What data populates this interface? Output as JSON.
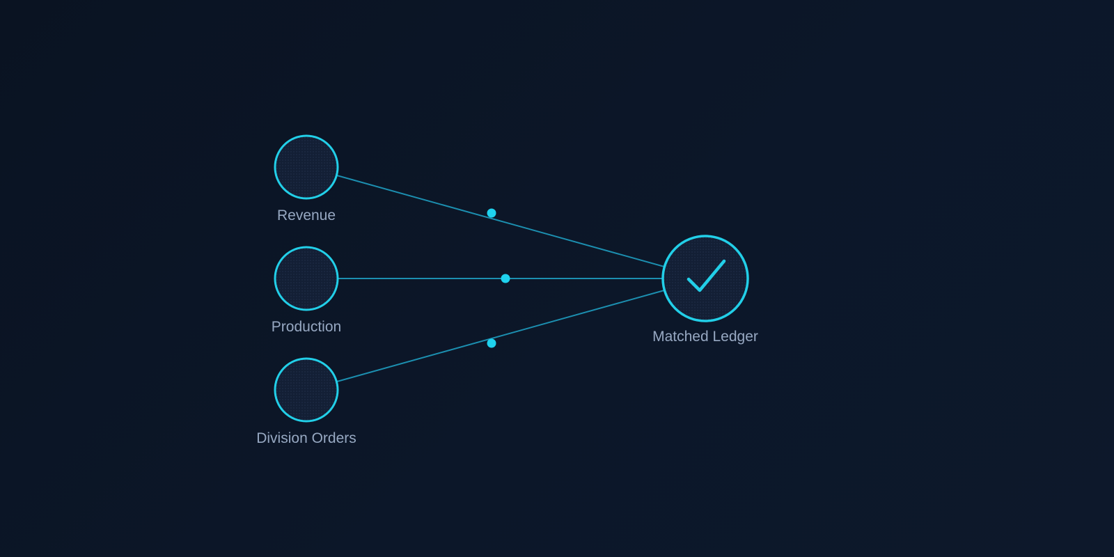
{
  "colors": {
    "accent": "#22cfe8",
    "edge": "#1c8fb0",
    "label": "#97a8c2",
    "background": "#0b1424"
  },
  "nodes": {
    "revenue": {
      "label": "Revenue"
    },
    "production": {
      "label": "Production"
    },
    "division_orders": {
      "label": "Division Orders"
    },
    "matched_ledger": {
      "label": "Matched Ledger",
      "icon": "check-icon"
    }
  },
  "edges": [
    {
      "from": "Revenue",
      "to": "Matched Ledger"
    },
    {
      "from": "Production",
      "to": "Matched Ledger"
    },
    {
      "from": "Division Orders",
      "to": "Matched Ledger"
    }
  ]
}
